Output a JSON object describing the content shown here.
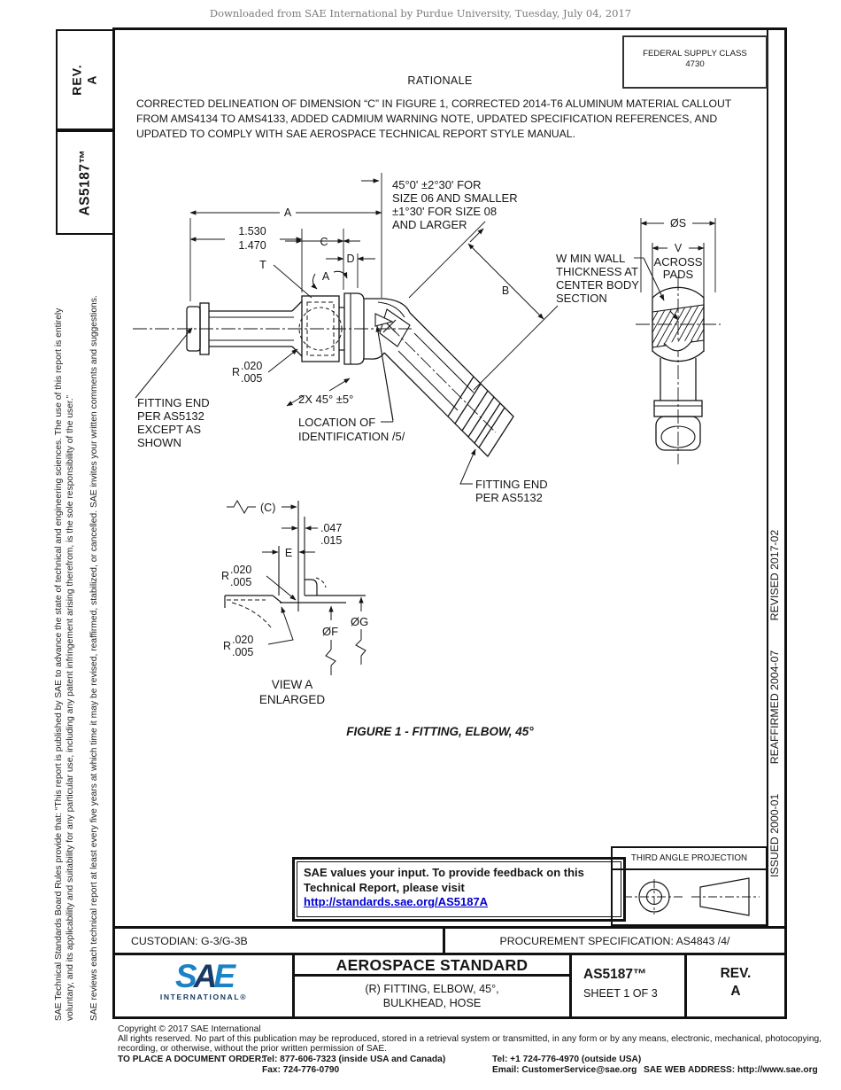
{
  "page": {
    "download_header": "Downloaded from SAE International by Purdue University, Tuesday, July 04, 2017"
  },
  "left_sidebar": {
    "rev_label": "REV.",
    "rev_value": "A",
    "doc_number": "AS5187™",
    "disclaimer_p1_l1": "SAE Technical Standards Board Rules provide that: “This report is published by SAE to advance the state of technical and engineering sciences. The use of this report is entirely",
    "disclaimer_p1_l2": "voluntary, and its applicability and suitability for any particular use, including any patent infringement arising therefrom, is the sole responsibility of the user.”",
    "disclaimer_p2": "SAE reviews each technical report at least every five years at which time it may be revised, reaffirmed, stabilized, or cancelled. SAE invites your written comments and suggestions."
  },
  "right_sidebar": {
    "issued": "ISSUED 2000-01",
    "reaffirmed": "REAFFIRMED 2004-07",
    "revised": "REVISED 2017-02"
  },
  "header": {
    "fsc_label": "FEDERAL SUPPLY CLASS",
    "fsc_value": "4730",
    "rationale_title": "RATIONALE",
    "rationale_text": "CORRECTED DELINEATION OF DIMENSION “C” IN FIGURE 1, CORRECTED 2014-T6 ALUMINUM MATERIAL CALLOUT FROM AMS4134 TO AMS4133, ADDED CADMIUM WARNING NOTE, UPDATED SPECIFICATION REFERENCES, AND UPDATED TO COMPLY WITH SAE AEROSPACE TECHNICAL REPORT STYLE MANUAL."
  },
  "drawing": {
    "figure_caption": "FIGURE 1 - FITTING, ELBOW, 45°",
    "dims": {
      "a": "A",
      "b": "B",
      "c": "C",
      "d": "D",
      "e": "E",
      "t": "T",
      "view_a": "A",
      "len_hi": "1.530",
      "len_lo": "1.470",
      "c_ref": "(C)",
      "d047": ".047",
      "d015": ".015",
      "dia_s": "ØS",
      "v": "V",
      "dia_f": "ØF",
      "dia_g": "ØG"
    },
    "r_callout": {
      "sym": "R",
      "v1": ".020",
      "v2": ".005"
    },
    "notes": {
      "angle_l1": "45°0' ±2°30' FOR",
      "angle_l2": "SIZE 06 AND SMALLER",
      "angle_l3": "±1°30' FOR SIZE 08",
      "angle_l4": "AND LARGER",
      "chamfer": "2X 45° ±5°",
      "fit_left_l1": "FITTING END",
      "fit_left_l2": "PER AS5132",
      "fit_left_l3": "EXCEPT AS",
      "fit_left_l4": "SHOWN",
      "loc_l1": "LOCATION OF",
      "loc_l2": "IDENTIFICATION /5/",
      "fit_right_l1": "FITTING END",
      "fit_right_l2": "PER AS5132",
      "across_l1": "ACROSS",
      "across_l2": "PADS",
      "w_l1": "W MIN WALL",
      "w_l2": "THICKNESS AT",
      "w_l3": "CENTER BODY",
      "w_l4": "SECTION",
      "view_a_l1": "VIEW A",
      "view_a_l2": "ENLARGED"
    }
  },
  "feedback_box": {
    "line1": "SAE values your input. To provide feedback on this",
    "line2": "Technical Report, please visit",
    "link": "http://standards.sae.org/AS5187A"
  },
  "projection_box": {
    "title": "THIRD ANGLE PROJECTION"
  },
  "title_block": {
    "custodian": "CUSTODIAN: G-3/G-3B",
    "procurement": "PROCUREMENT SPECIFICATION: AS4843 /4/",
    "standard_type": "AEROSPACE STANDARD",
    "title_line1": "(R) FITTING, ELBOW, 45°,",
    "title_line2": "BULKHEAD, HOSE",
    "doc_number": "AS5187™",
    "sheet": "SHEET 1 OF 3",
    "rev_label": "REV.",
    "rev_value": "A",
    "logo_s": "S",
    "logo_a": "A",
    "logo_e": "E",
    "logo_sub": "INTERNATIONAL®"
  },
  "footer": {
    "copyright": "Copyright © 2017 SAE International",
    "rights_l1": "All rights reserved. No part of this publication may be reproduced, stored in a retrieval system or transmitted, in any form or by any means, electronic, mechanical, photocopying,",
    "rights_l2": "recording, or otherwise, without the prior written permission of SAE.",
    "order_label": "TO PLACE A DOCUMENT ORDER:",
    "tel_inside": "Tel: 877-606-7323 (inside USA and Canada)",
    "tel_outside": "Tel: +1 724-776-4970 (outside USA)",
    "fax": "Fax: 724-776-0790",
    "email": "Email: CustomerService@sae.org",
    "web": "SAE WEB ADDRESS: http://www.sae.org"
  },
  "colors": {
    "line": "#161616",
    "link_blue": "#0000cf",
    "sae_blue": "#1c82c6",
    "sae_navy": "#183a64",
    "header_gray": "#7b7b7b"
  }
}
